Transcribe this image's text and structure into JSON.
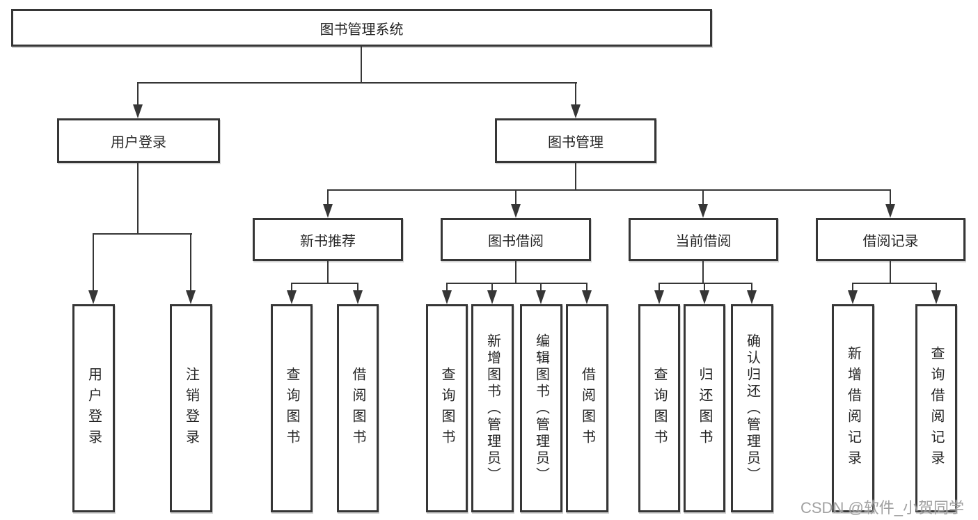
{
  "colors": {
    "background": "#ffffff",
    "line": "#363636",
    "box_border": "#363636",
    "text": "#262626",
    "watermark": "#969696"
  },
  "tree": {
    "root": {
      "label": "图书管理系统"
    },
    "branches": [
      {
        "label": "用户登录",
        "children": [
          {
            "label": "用户登录"
          },
          {
            "label": "注销登录"
          }
        ]
      },
      {
        "label": "图书管理",
        "groups": [
          {
            "label": "新书推荐",
            "children": [
              {
                "label": "查询图书"
              },
              {
                "label": "借阅图书"
              }
            ]
          },
          {
            "label": "图书借阅",
            "children": [
              {
                "label": "查询图书"
              },
              {
                "label": "新增图书（管理员）"
              },
              {
                "label": "编辑图书（管理员）"
              },
              {
                "label": "借阅图书"
              }
            ]
          },
          {
            "label": "当前借阅",
            "children": [
              {
                "label": "查询图书"
              },
              {
                "label": "归还图书"
              },
              {
                "label": "确认归还（管理员）"
              }
            ]
          },
          {
            "label": "借阅记录",
            "children": [
              {
                "label": "新增借阅记录"
              },
              {
                "label": "查询借阅记录"
              }
            ]
          }
        ]
      }
    ]
  },
  "watermark": {
    "text": "CSDN @软件_小贺同学"
  }
}
